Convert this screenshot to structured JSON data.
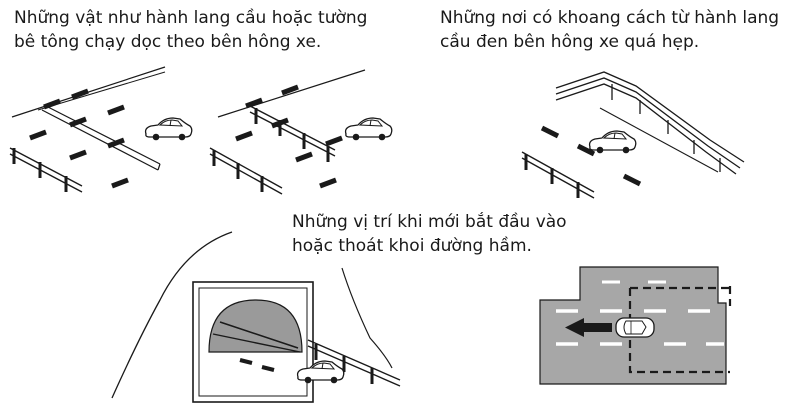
{
  "captions": {
    "walls": {
      "line1": "Những vật như hành lang cầu hoặc tường",
      "line2": "bê tông chạy dọc theo bên hông xe."
    },
    "narrow": {
      "line1": "Những nơi có khoang cách từ hành lang",
      "line2": "cầu đen bên hông xe quá hẹp."
    },
    "tunnel": {
      "line1": "Những vị trí khi mới bắt đầu vào",
      "line2": "hoặc thoát khoi đường hầm."
    }
  },
  "icons": [
    "car-icon",
    "guardrail-icon",
    "tunnel-icon",
    "arrow-left-icon",
    "detection-zone-icon"
  ],
  "colors": {
    "road": "#a7a7a7",
    "tunnel_mouth": "#9a9a9a",
    "ink": "#1a1a1a"
  }
}
